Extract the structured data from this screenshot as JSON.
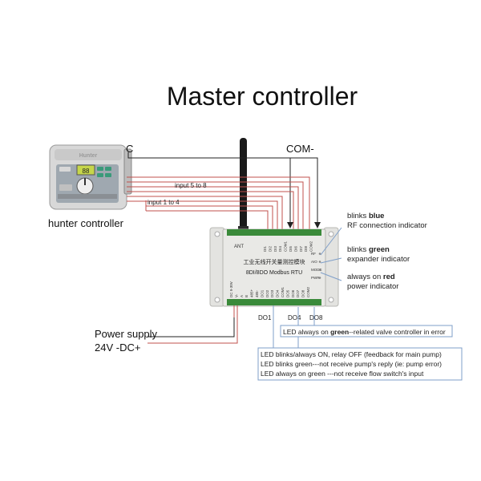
{
  "title": "Master controller",
  "terminals": {
    "c": "C",
    "com": "COM-"
  },
  "wires": {
    "input_5_8": "input 5 to 8",
    "input_1_4": "input 1 to 4"
  },
  "hunter": {
    "label": "hunter controller",
    "brand": "Hunter",
    "screen": "88"
  },
  "module": {
    "ant_label": "ANT",
    "chinese_title": "工业无线开关量测控模块",
    "model": "8DI/8DO Modbus RTU",
    "top_pins": [
      "DI1",
      "DI2",
      "DI3",
      "DI4",
      "COM1",
      "DI5",
      "DI6",
      "DI7",
      "DI8",
      "COM2"
    ],
    "bottom_pins": [
      "DC 9-30V",
      "V-",
      "A",
      "B",
      "485+",
      "485-",
      "DO1",
      "DO2",
      "DO3",
      "DO4",
      "COM1",
      "DO5",
      "DO6",
      "DO7",
      "DO8",
      "COM2"
    ],
    "led_labels": [
      "RF",
      "AIO",
      "MODE",
      "PWR"
    ]
  },
  "indicators": {
    "rf": {
      "pre": "blinks ",
      "color_word": "blue",
      "desc": "RF connection indicator"
    },
    "expander": {
      "pre": "blinks ",
      "color_word": "green",
      "desc": "expander indicator"
    },
    "power": {
      "pre": "always on ",
      "color_word": "red",
      "desc": "power indicator"
    }
  },
  "do_labels": {
    "do1": "DO1",
    "do4": "DO4",
    "do8": "DO8"
  },
  "power_supply": {
    "line1": "Power supply",
    "line2": "24V -DC+"
  },
  "notes": {
    "do8_pre": "LED always on ",
    "do8_color": "green",
    "do8_post": "--related valve controller in error",
    "do1_lines": [
      "LED blinks/always ON, relay OFF (feedback for main pump)",
      "LED blinks green---not receive pump's reply (ie: pump error)",
      "LED always on green ---not receive flow switch's input"
    ]
  },
  "colors": {
    "wire_red": "#c0504d",
    "wire_dark": "#222222",
    "leader": "#7f9fc9",
    "module_body": "#e9e9e6",
    "terminal_green": "#3a8a3a"
  }
}
